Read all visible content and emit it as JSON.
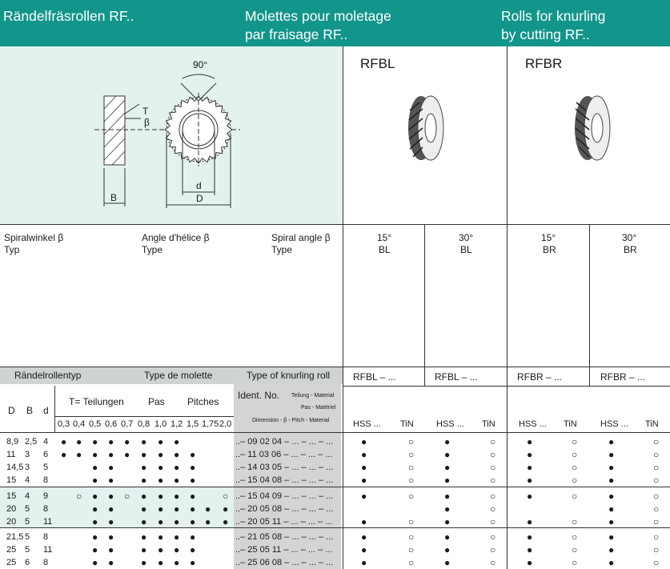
{
  "header": {
    "title_de": "Rändelfräsrollen RF..",
    "title_fr_line1": "Molettes pour moletage",
    "title_fr_line2": "par fraisage RF..",
    "title_en_line1": "Rolls for knurling",
    "title_en_line2": "by cutting RF..",
    "accent_color": "#12958a"
  },
  "diagram": {
    "angle_label": "90°",
    "t_label": "T",
    "beta_label": "β",
    "b_label": "B",
    "d_label": "d",
    "D_label": "D"
  },
  "products": {
    "rfbl": "RFBL",
    "rfbr": "RFBR"
  },
  "spiral": {
    "de_label": "Spiralwinkel β",
    "de_type": "Typ",
    "fr_label": "Angle d'hélice β",
    "fr_type": "Type",
    "en_label": "Spiral angle β",
    "en_type": "Type",
    "columns": [
      {
        "angle": "15°",
        "type": "BL"
      },
      {
        "angle": "30°",
        "type": "BL"
      },
      {
        "angle": "15°",
        "type": "BR"
      },
      {
        "angle": "30°",
        "type": "BR"
      }
    ]
  },
  "table_header": {
    "de": "Rändelrollentyp",
    "fr": "Type de molette",
    "en": "Type of knurling roll",
    "col_prefixes": [
      "RFBL – ...",
      "RFBL – ...",
      "RFBR – ...",
      "RFBR – ..."
    ]
  },
  "columns_header": {
    "D": "D",
    "B": "B",
    "d": "d",
    "teilungen": "T= Teilungen",
    "pas": "Pas",
    "pitches": "Pitches",
    "pitch_values": [
      "0,3",
      "0,4",
      "0,5",
      "0,6",
      "0,7",
      "0,8",
      "1,0",
      "1,2",
      "1,5",
      "1,75",
      "2,0"
    ],
    "ident_no": "Ident. No.",
    "ident_sub1": "Teilung - Material",
    "ident_sub2": "Pas - Matériel",
    "ident_sub3": "Dimension - β - Pitch - Material",
    "material_labels": [
      "HSS ...",
      "TiN",
      "HSS ...",
      "TiN",
      "HSS ...",
      "TiN",
      "HSS ...",
      "TiN"
    ]
  },
  "rows": [
    {
      "D": "8,9",
      "B": "2,5",
      "d": "4",
      "pitches": [
        "●",
        "●",
        "●",
        "●",
        "●",
        "●",
        "●",
        "●",
        "",
        "",
        ""
      ],
      "ident": "..– 09 02 04 – ... – ... – ...",
      "mat": [
        "●",
        "○",
        "●",
        "○",
        "●",
        "○",
        "●",
        "○"
      ]
    },
    {
      "D": "11",
      "B": "3",
      "d": "6",
      "pitches": [
        "●",
        "●",
        "●",
        "●",
        "●",
        "●",
        "●",
        "●",
        "●",
        "",
        ""
      ],
      "ident": "..– 11 03 06 – ... – ... – ...",
      "mat": [
        "●",
        "○",
        "●",
        "○",
        "●",
        "○",
        "●",
        "○"
      ]
    },
    {
      "D": "14,5",
      "B": "3",
      "d": "5",
      "pitches": [
        "",
        "",
        "●",
        "●",
        "",
        "●",
        "●",
        "●",
        "●",
        "",
        ""
      ],
      "ident": "..– 14 03 05 – ... – ... – ...",
      "mat": [
        "●",
        "○",
        "●",
        "○",
        "●",
        "○",
        "●",
        "○"
      ]
    },
    {
      "D": "15",
      "B": "4",
      "d": "8",
      "pitches": [
        "",
        "",
        "●",
        "●",
        "",
        "●",
        "●",
        "●",
        "●",
        "",
        ""
      ],
      "ident": "..– 15 04 08 – ... – ... – ...",
      "mat": [
        "●",
        "○",
        "●",
        "○",
        "●",
        "○",
        "●",
        "○"
      ]
    },
    {
      "D": "15",
      "B": "4",
      "d": "9",
      "pitches": [
        "",
        "○",
        "●",
        "●",
        "○",
        "●",
        "●",
        "●",
        "●",
        "",
        "○"
      ],
      "ident": "..– 15 04 09 – ... – ... – ...",
      "mat": [
        "●",
        "○",
        "●",
        "○",
        "●",
        "○",
        "●",
        "○"
      ]
    },
    {
      "D": "20",
      "B": "5",
      "d": "8",
      "pitches": [
        "",
        "",
        "●",
        "●",
        "",
        "●",
        "●",
        "●",
        "●",
        "●",
        "●"
      ],
      "ident": "..– 20 05 08 – ... – ... – ...",
      "mat": [
        "",
        "",
        "●",
        "○",
        "",
        "",
        "●",
        "○"
      ]
    },
    {
      "D": "20",
      "B": "5",
      "d": "11",
      "pitches": [
        "",
        "",
        "●",
        "●",
        "",
        "●",
        "●",
        "●",
        "●",
        "●",
        "●"
      ],
      "ident": "..– 20 05 11 – ... – ... – ...",
      "mat": [
        "●",
        "○",
        "●",
        "○",
        "●",
        "○",
        "●",
        "○"
      ]
    },
    {
      "D": "21,5",
      "B": "5",
      "d": "8",
      "pitches": [
        "",
        "",
        "●",
        "●",
        "",
        "●",
        "●",
        "●",
        "●",
        "",
        ""
      ],
      "ident": "..– 21 05 08 – ... – ... – ...",
      "mat": [
        "●",
        "○",
        "●",
        "○",
        "●",
        "○",
        "●",
        "○"
      ]
    },
    {
      "D": "25",
      "B": "5",
      "d": "11",
      "pitches": [
        "",
        "",
        "●",
        "●",
        "",
        "●",
        "●",
        "●",
        "●",
        "",
        ""
      ],
      "ident": "..– 25 05 11 – ... – ... – ...",
      "mat": [
        "●",
        "○",
        "●",
        "○",
        "●",
        "○",
        "●",
        "○"
      ]
    },
    {
      "D": "25",
      "B": "6",
      "d": "8",
      "pitches": [
        "",
        "",
        "●",
        "●",
        "",
        "●",
        "●",
        "●",
        "●",
        "",
        ""
      ],
      "ident": "..– 25 06 08 – ... – ... – ...",
      "mat": [
        "●",
        "○",
        "●",
        "○",
        "●",
        "○",
        "●",
        "○"
      ]
    }
  ]
}
